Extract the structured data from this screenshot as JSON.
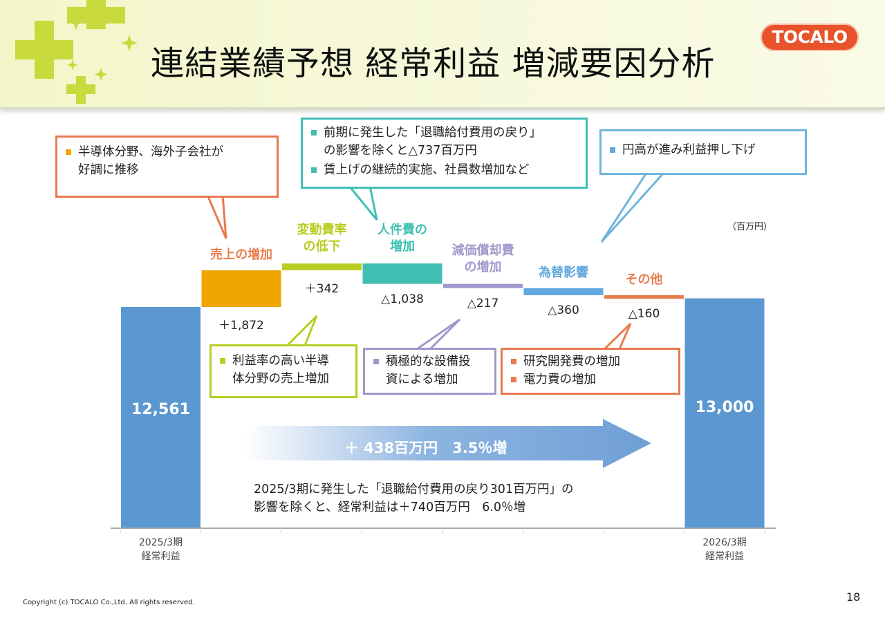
{
  "page": {
    "title": "連結業績予想 経常利益 増減要因分析",
    "logo_text": "TOCALO",
    "unit": "（百万円）",
    "copyright": "Copyright (c) TOCALO Co.,Ltd. All rights reserved.",
    "page_number": "18"
  },
  "colors": {
    "blue_bar": "#5b97d1",
    "sales": "#f0a500",
    "variable": "#b8cc21",
    "labor": "#3fbfb2",
    "depreciation": "#9e99cc",
    "fx": "#62a8de",
    "other": "#e87d4e",
    "callout_sales": "#e8794f",
    "callout_labor": "#3ebfb5",
    "callout_fx": "#6fb5dc"
  },
  "chart_data": {
    "type": "waterfall",
    "unit": "百万円",
    "start": {
      "label": "2025/3期 経常利益",
      "label_lines": [
        "2025/3期",
        "経常利益"
      ],
      "value": 12561,
      "value_text": "12,561"
    },
    "end": {
      "label": "2026/3期 経常利益",
      "label_lines": [
        "2026/3期",
        "経常利益"
      ],
      "value": 13000,
      "value_text": "13,000"
    },
    "steps": [
      {
        "name": "売上の増加",
        "name_lines": [
          "売上の増加"
        ],
        "value": 1872,
        "value_text": "＋1,872"
      },
      {
        "name": "変動費率の低下",
        "name_lines": [
          "変動費率",
          "の低下"
        ],
        "value": 342,
        "value_text": "＋342"
      },
      {
        "name": "人件費の増加",
        "name_lines": [
          "人件費の",
          "増加"
        ],
        "value": -1038,
        "value_text": "△1,038"
      },
      {
        "name": "減価償却費の増加",
        "name_lines": [
          "減価償却費",
          "の増加"
        ],
        "value": -217,
        "value_text": "△217"
      },
      {
        "name": "為替影響",
        "name_lines": [
          "為替影響"
        ],
        "value": -360,
        "value_text": "△360"
      },
      {
        "name": "その他",
        "name_lines": [
          "その他"
        ],
        "value": -160,
        "value_text": "△160"
      }
    ],
    "summary_arrow": "＋ 438百万円　3.5％増",
    "note_lines": [
      "2025/3期に発生した「退職給付費用の戻り301百万円」の",
      "影響を除くと、経常利益は＋740百万円　6.0％増"
    ]
  },
  "callouts": {
    "sales": [
      "半導体分野、海外子会社が",
      "好調に推移"
    ],
    "labor_items": [
      [
        "前期に発生した「退職給付費用の戻り」",
        "の影響を除くと△737百万円"
      ],
      [
        "賃上げの継続的実施、社員数増加など"
      ]
    ],
    "fx": [
      "円高が進み利益押し下げ"
    ],
    "variable": [
      "利益率の高い半導",
      "体分野の売上増加"
    ],
    "depreciation": [
      "積極的な設備投",
      "資による増加"
    ],
    "other": [
      "研究開発費の増加",
      "電力費の増加"
    ]
  }
}
